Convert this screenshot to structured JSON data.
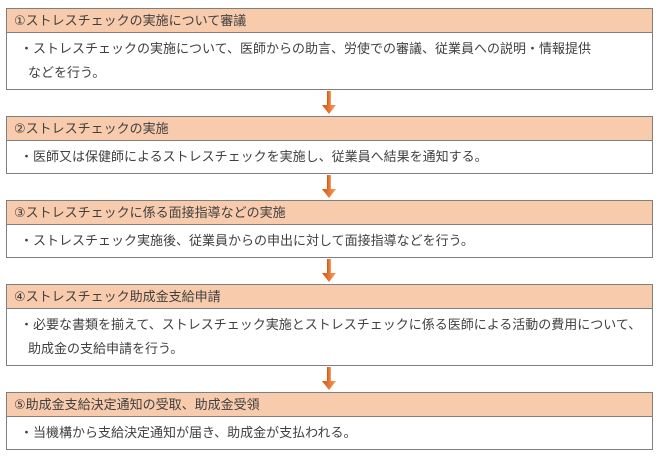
{
  "flow": {
    "steps": [
      {
        "title": "①ストレスチェックの実施について審議",
        "body": [
          "・ストレスチェックの実施について、医師からの助言、労使での審議、従業員への説明・情報提供",
          "などを行う。"
        ]
      },
      {
        "title": "②ストレスチェックの実施",
        "body": [
          "・医師又は保健師によるストレスチェックを実施し、従業員へ結果を通知する。"
        ]
      },
      {
        "title": "③ストレスチェックに係る面接指導などの実施",
        "body": [
          "・ストレスチェック実施後、従業員からの申出に対して面接指導などを行う。"
        ]
      },
      {
        "title": "④ストレスチェック助成金支給申請",
        "body": [
          "・必要な書類を揃えて、ストレスチェック実施とストレスチェックに係る医師による活動の費用について、",
          "助成金の支給申請を行う。"
        ]
      },
      {
        "title": "⑤助成金支給決定通知の受取、助成金受領",
        "body": [
          "・当機構から支給決定通知が届き、助成金が支払われる。"
        ]
      }
    ],
    "colors": {
      "header_fill": "#F8CBAD",
      "border": "#7F7F7F",
      "arrow_dark": "#C55A11",
      "arrow_light": "#F2A05E",
      "text": "#404040"
    }
  }
}
